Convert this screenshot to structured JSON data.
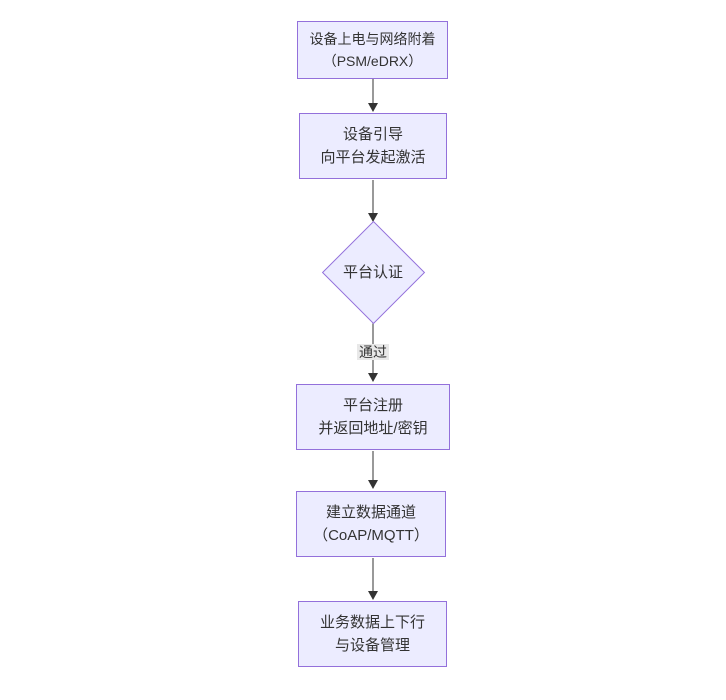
{
  "diagram": {
    "type": "flowchart",
    "direction": "top-down",
    "nodes": [
      {
        "id": "start",
        "shape": "rect",
        "lines": [
          "设备上电与网络附着",
          "（PSM/eDRX）"
        ]
      },
      {
        "id": "boot",
        "shape": "rect",
        "lines": [
          "设备引导",
          "向平台发起激活"
        ]
      },
      {
        "id": "auth",
        "shape": "diamond",
        "lines": [
          "平台认证"
        ]
      },
      {
        "id": "register",
        "shape": "rect",
        "lines": [
          "平台注册",
          "并返回地址/密钥"
        ]
      },
      {
        "id": "channel",
        "shape": "rect",
        "lines": [
          "建立数据通道",
          "（CoAP/MQTT）"
        ]
      },
      {
        "id": "business",
        "shape": "rect",
        "lines": [
          "业务数据上下行",
          "与设备管理"
        ]
      }
    ],
    "edges": [
      {
        "from": "start",
        "to": "boot",
        "label": ""
      },
      {
        "from": "boot",
        "to": "auth",
        "label": ""
      },
      {
        "from": "auth",
        "to": "register",
        "label": "通过"
      },
      {
        "from": "register",
        "to": "channel",
        "label": ""
      },
      {
        "from": "channel",
        "to": "business",
        "label": ""
      }
    ],
    "colors": {
      "node_fill": "#ECECFF",
      "node_border": "#9370DB",
      "edge_line": "#333333",
      "edge_label_bg": "#e8e8e8",
      "text": "#333333",
      "background": "#ffffff"
    }
  }
}
